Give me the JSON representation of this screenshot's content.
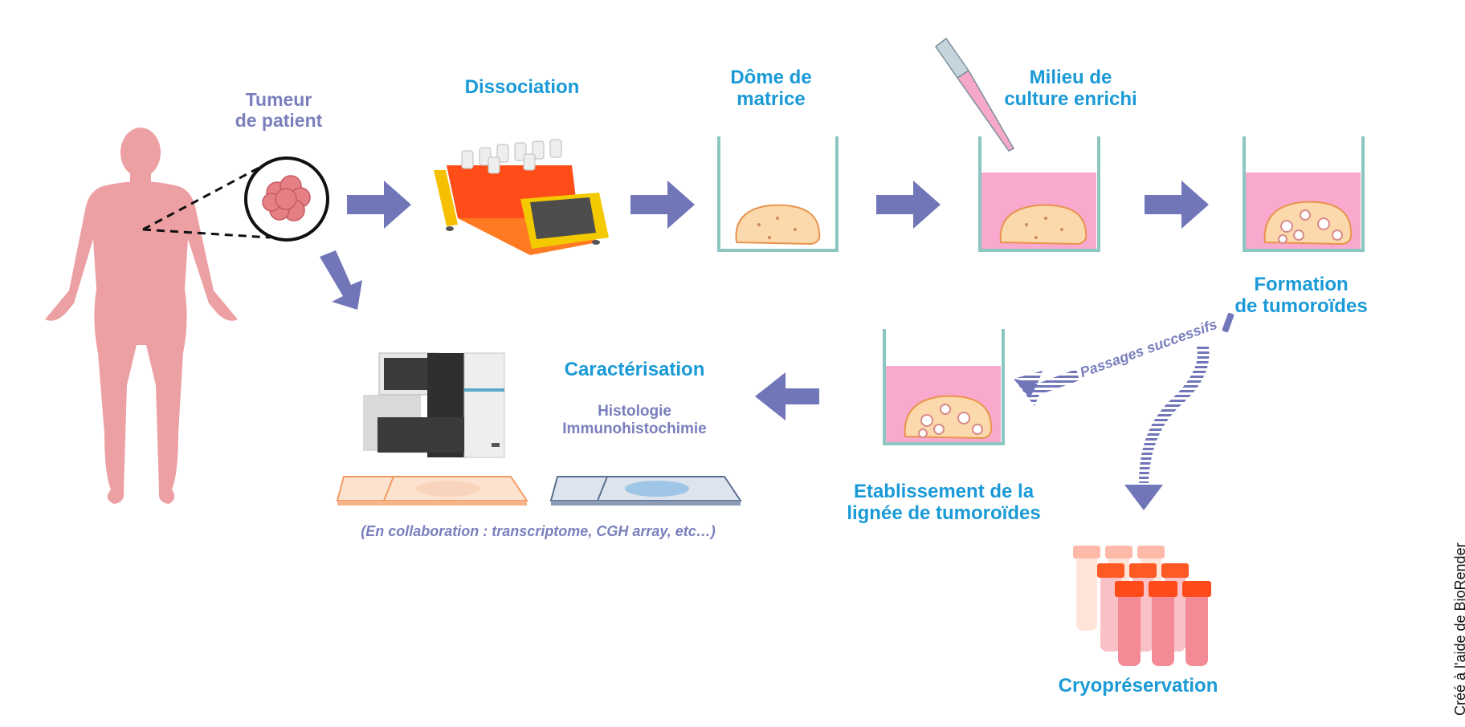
{
  "steps": {
    "tumor": "Tumeur\nde patient",
    "dissociation": "Dissociation",
    "dome": "Dôme de\nmatrice",
    "milieu": "Milieu de\nculture enrichi",
    "formation": "Formation\nde tumoroïdes",
    "etablissement": "Etablissement de la\nlignée de tumoroïdes",
    "caracterisation": "Caractérisation",
    "histologie": "Histologie",
    "immuno": "Immunohistochimie",
    "collaboration": "(En collaboration : transcriptome, CGH array, etc…)",
    "passages": "Passages successifs",
    "cryo": "Cryopréservation"
  },
  "credit": "Créé à l'aide de BioRender",
  "colors": {
    "blue_text": "#1a9ad6",
    "violet": "#7a7fbd",
    "arrow": "#7076b8",
    "body": "#eda0a3",
    "pink_medium": "#f8a9cd",
    "dome": "#fcd9ad",
    "dome_edge": "#e8944d"
  }
}
